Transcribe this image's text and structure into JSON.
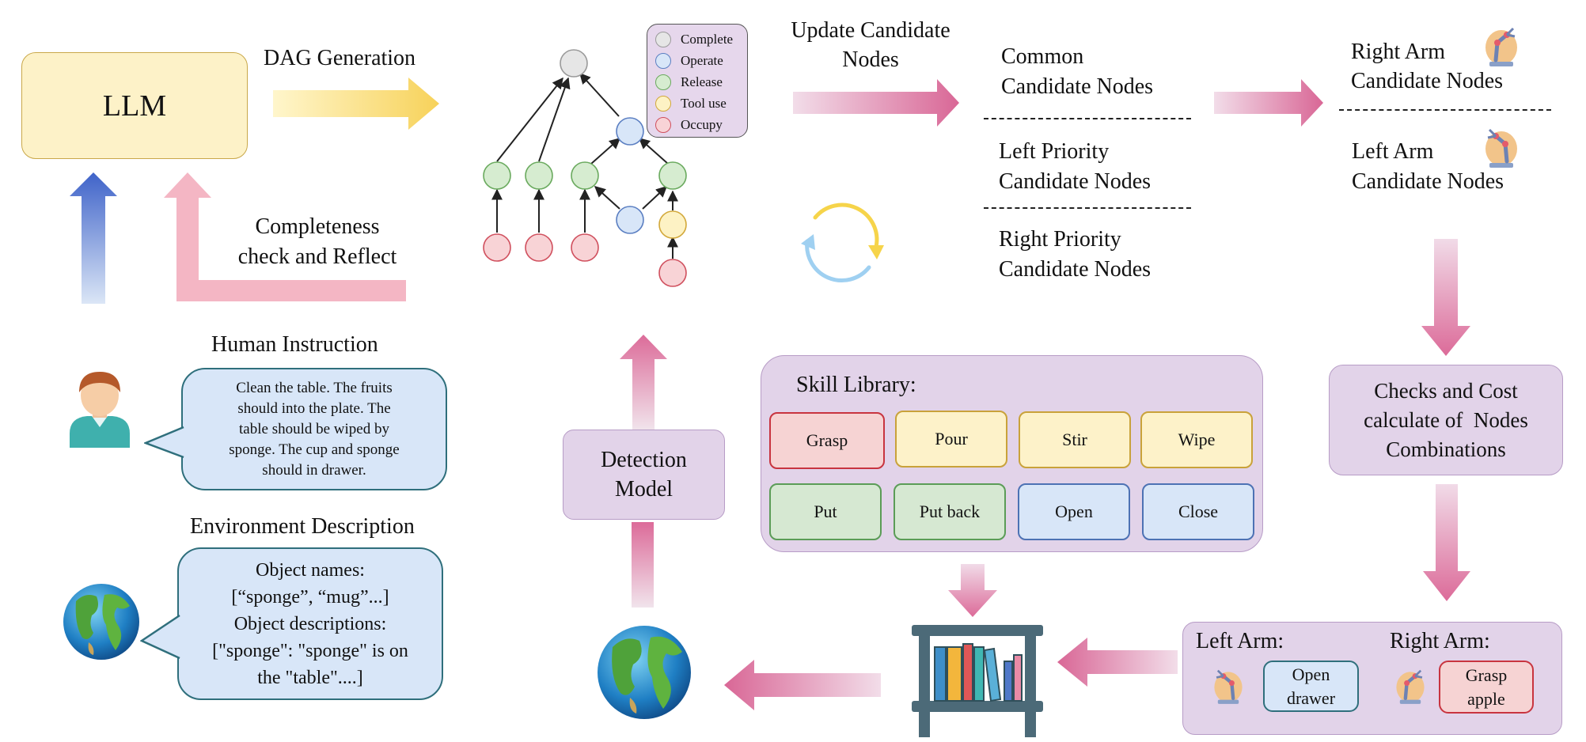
{
  "llm": {
    "label": "LLM"
  },
  "flow_labels": {
    "dag_generation": "DAG Generation",
    "completeness_1": "Completeness",
    "completeness_2": "check and Reflect",
    "update_1": "Update Candidate",
    "update_2": "Nodes"
  },
  "legend": [
    {
      "label": "Complete",
      "color": "#e6e6e6",
      "border": "#9a9a9a"
    },
    {
      "label": "Operate",
      "color": "#d8e6f8",
      "border": "#5b7fc2"
    },
    {
      "label": "Release",
      "color": "#d6ecd0",
      "border": "#6aaa5e"
    },
    {
      "label": "Tool use",
      "color": "#fdf2c4",
      "border": "#d2a83a"
    },
    {
      "label": "Occupy",
      "color": "#f8d3d6",
      "border": "#d0505e"
    }
  ],
  "candidates": {
    "common_1": "Common",
    "common_2": "Candidate Nodes",
    "left_1": "Left Priority",
    "left_2": "Candidate Nodes",
    "right_1": "Right Priority",
    "right_2": "Candidate Nodes"
  },
  "arms": {
    "right_1": "Right Arm",
    "right_2": "Candidate Nodes",
    "left_1": "Left Arm",
    "left_2": "Candidate Nodes"
  },
  "checks": {
    "line1": "Checks and Cost",
    "line2": "calculate of  Nodes",
    "line3": "Combinations"
  },
  "human_panel": {
    "instruction_title": "Human Instruction",
    "instruction_lines": [
      "Clean the table. The fruits",
      "should into the plate. The",
      "table should be wiped by",
      "sponge. The cup and sponge",
      "should in drawer."
    ],
    "env_title": "Environment Description",
    "env_lines": [
      "Object names:",
      "[“sponge”, “mug”...]",
      "Object descriptions:",
      "[\"sponge\": \"sponge\" is on",
      "the \"table\"....]"
    ]
  },
  "detection": {
    "line1": "Detection",
    "line2": "Model"
  },
  "skill_library": {
    "title": "Skill Library:",
    "skills": [
      "Grasp",
      "Pour",
      "Stir",
      "Wipe",
      "Put",
      "Put back",
      "Open",
      "Close"
    ]
  },
  "action_panel": {
    "left_label": "Left Arm:",
    "left_action_1": "Open",
    "left_action_2": "drawer",
    "right_label": "Right Arm:",
    "right_action_1": "Grasp",
    "right_action_2": "apple"
  },
  "icons": [
    "person-icon",
    "globe-icon",
    "bookshelf-icon",
    "robot-arm-icon",
    "refresh-cycle-icon"
  ]
}
